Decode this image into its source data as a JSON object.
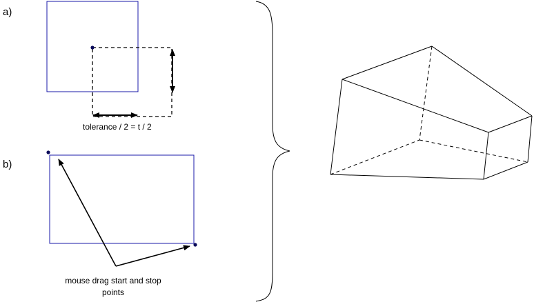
{
  "panel_a": {
    "label": "a)",
    "tolerance_text": "tolerance / 2 = t / 2"
  },
  "panel_b": {
    "label": "b)",
    "caption_line1": "mouse drag start and stop",
    "caption_line2": "points"
  },
  "colors": {
    "selection_box": "#1a1aa8",
    "point": "#0a0a5a",
    "line": "#000000",
    "background": "#ffffff"
  }
}
